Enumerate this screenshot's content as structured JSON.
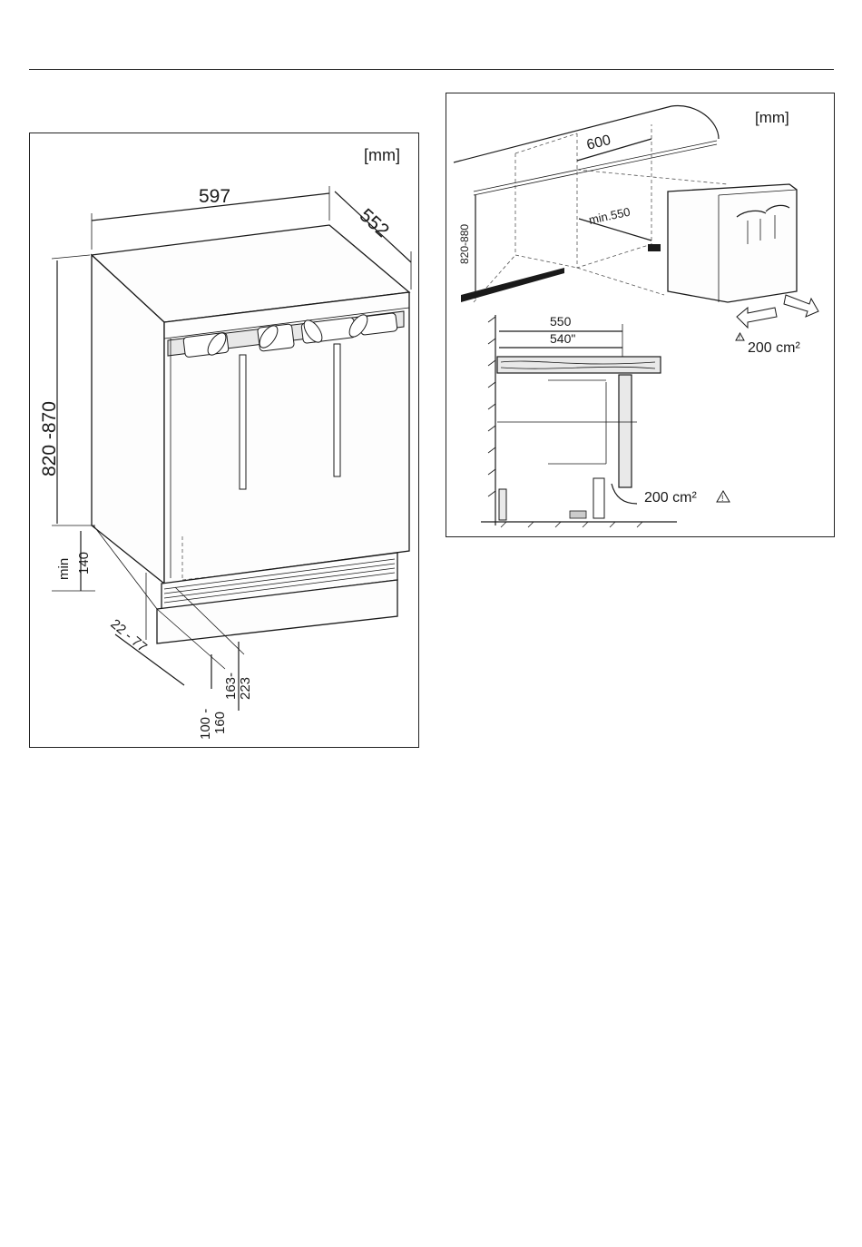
{
  "left_diagram": {
    "unit_label": "[mm]",
    "dim_width": "597",
    "dim_depth": "552",
    "dim_height": "820 -870",
    "dim_plinth_min": "min",
    "dim_plinth_value": "140",
    "dim_setback": "22 - 77",
    "dim_vent_a_top": "100 -",
    "dim_vent_a_bottom": "160",
    "dim_vent_b_top": "163-",
    "dim_vent_b_bottom": "223"
  },
  "right_diagram": {
    "unit_label": "[mm]",
    "dim_niche_width": "600",
    "dim_niche_depth": "min.550",
    "dim_niche_height": "820-880",
    "dim_side_depth_a": "550",
    "dim_side_depth_b": "540\"",
    "vent_area_top": "200 cm²",
    "vent_area_bottom": "200 cm²",
    "warning_icon": "warning-triangle-icon"
  }
}
